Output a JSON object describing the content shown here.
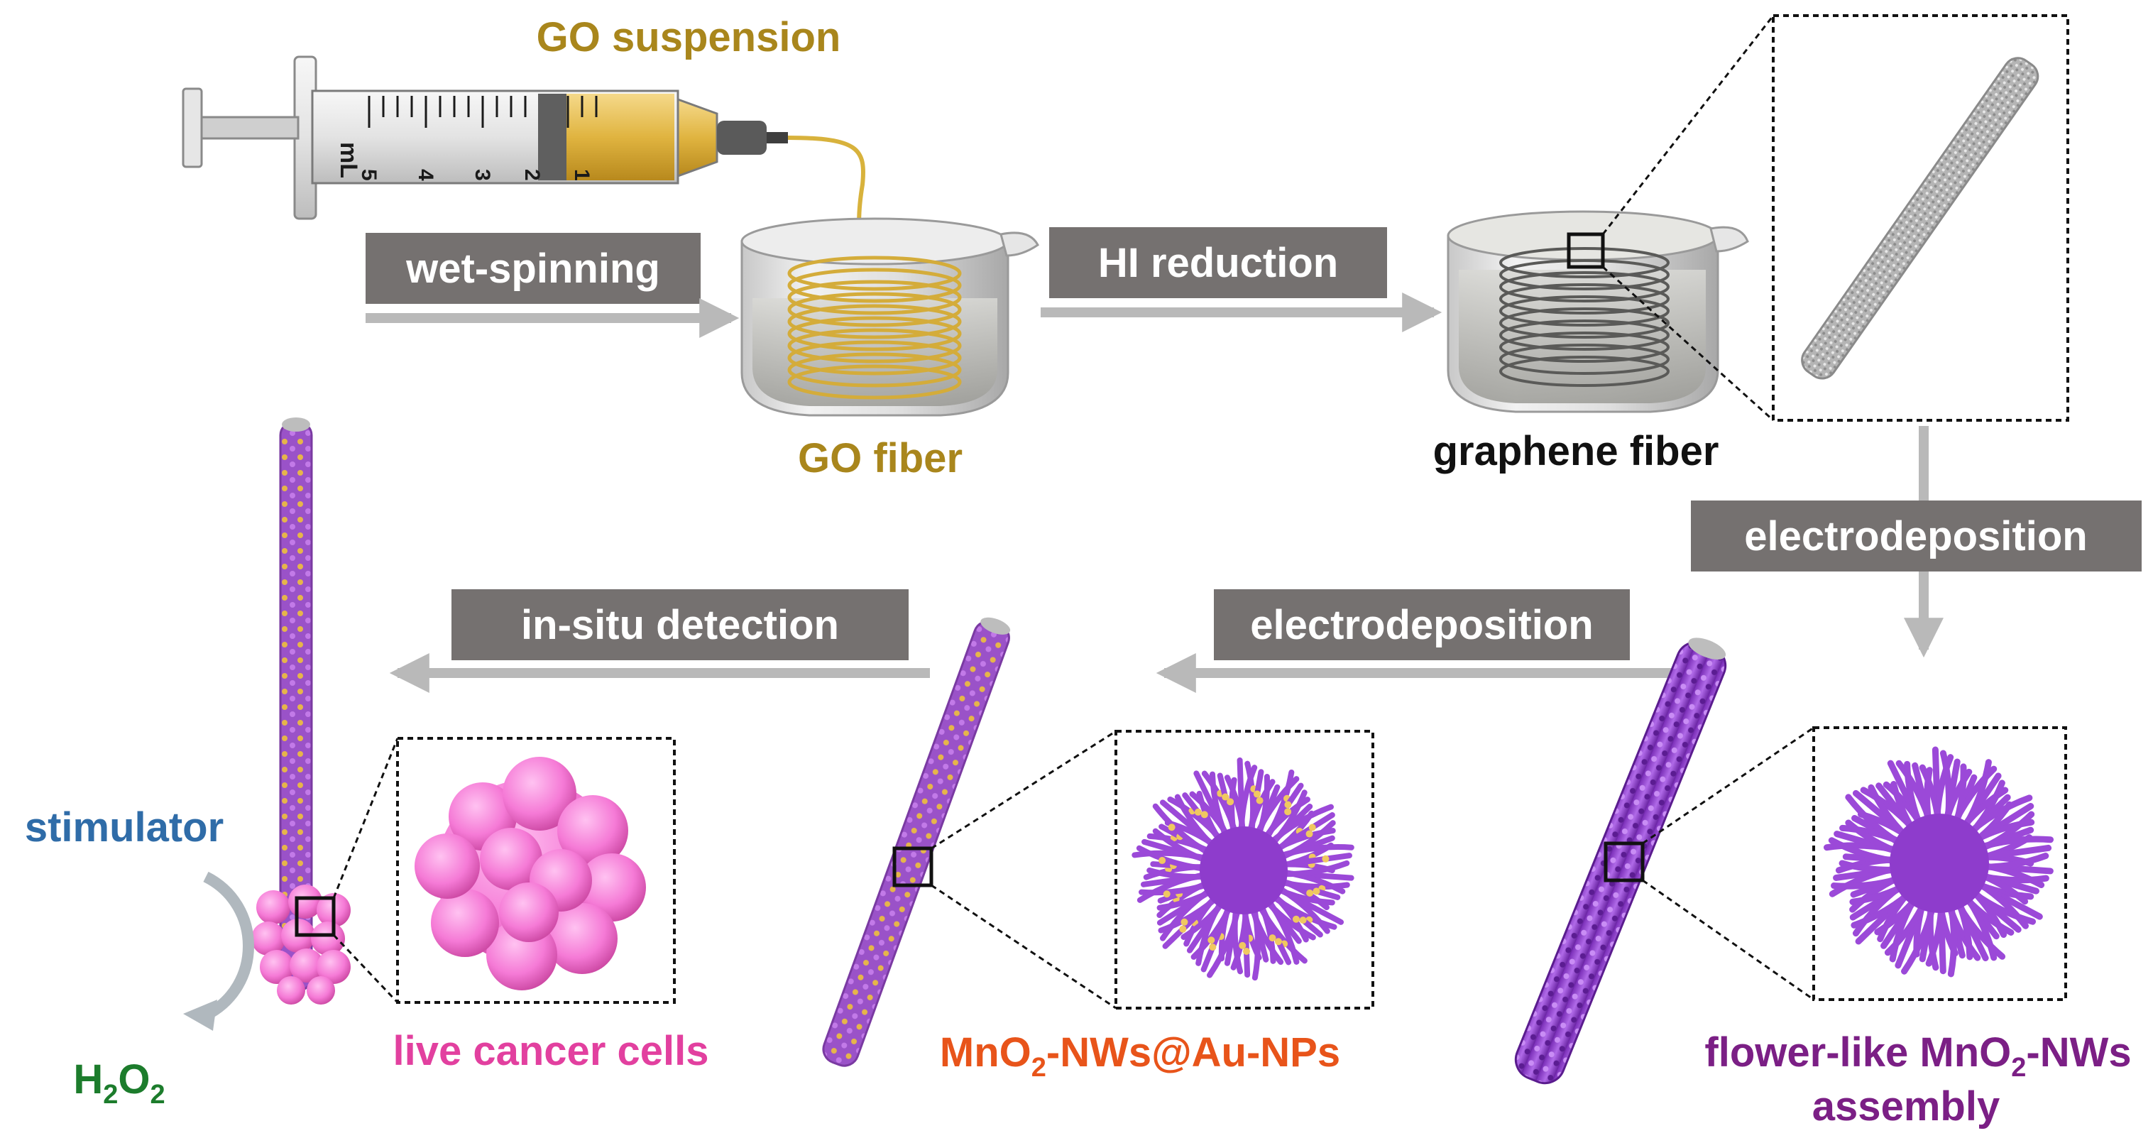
{
  "colors": {
    "label_bg": "#757170",
    "arrow": "#b9b9b9",
    "go_gold": "#a9861c",
    "mno2_orange": "#e8541a",
    "assembly_purple": "#7b1f85",
    "cell_pink": "#e2409f",
    "stimulator_blue": "#2f6ca8",
    "h2o2_green": "#1c7c2c",
    "fiber_purple": "#9b49d8",
    "cell_body": "#f57ad6"
  },
  "labels": {
    "go_suspension": "GO suspension",
    "go_fiber": "GO fiber",
    "graphene_fiber": "graphene fiber",
    "live_cancer_cells": "live cancer cells",
    "stimulator": "stimulator",
    "h2o2_main": "H",
    "h2o2_sub1": "2",
    "h2o2_o": "O",
    "h2o2_sub2": "2",
    "mno2_a": "MnO",
    "mno2_sub": "2",
    "mno2_b": "-NWs@Au-NPs",
    "flower_a": "flower-like MnO",
    "flower_sub": "2",
    "flower_b": "-NWs",
    "assembly": "assembly"
  },
  "steps": {
    "wet_spinning": "wet-spinning",
    "hi_reduction": "HI reduction",
    "electrodeposition_right": "electrodeposition",
    "electrodeposition_middle": "electrodeposition",
    "in_situ_detection": "in-situ detection"
  },
  "syringe": {
    "unit": "mL",
    "ticks": [
      "5",
      "4",
      "3",
      "2",
      "1"
    ]
  }
}
